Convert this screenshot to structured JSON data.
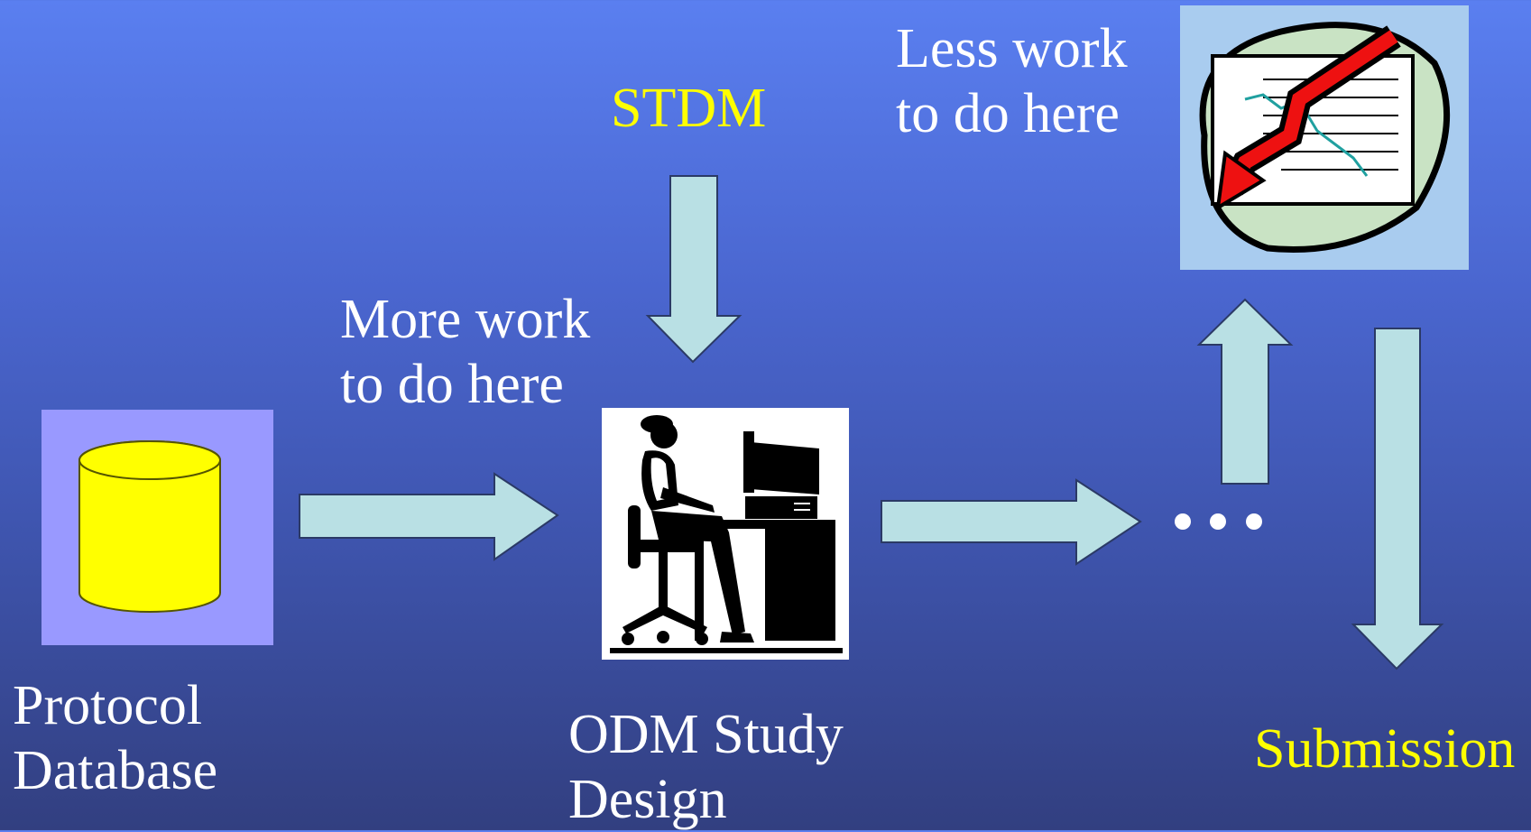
{
  "labels": {
    "stdm": "STDM",
    "submission": "Submission",
    "less_work": [
      "Less work",
      "to do here"
    ],
    "more_work": [
      "More work",
      "to do here"
    ],
    "protocol_database": [
      "Protocol",
      "Database"
    ],
    "odm_study_design": [
      "ODM Study",
      "Design"
    ]
  },
  "colors": {
    "background_top": "#5a7ff0",
    "background_bottom": "#323f80",
    "arrow_fill": "#b9e0e4",
    "highlight_text": "#ffff00",
    "cylinder_fill": "#ffff00",
    "database_panel": "#9999ff",
    "report_panel": "#a9ccef",
    "report_arrow": "#ee1111"
  },
  "icons": {
    "database": "database-cylinder-icon",
    "odm": "person-at-computer-icon",
    "report": "report-chart-icon"
  }
}
